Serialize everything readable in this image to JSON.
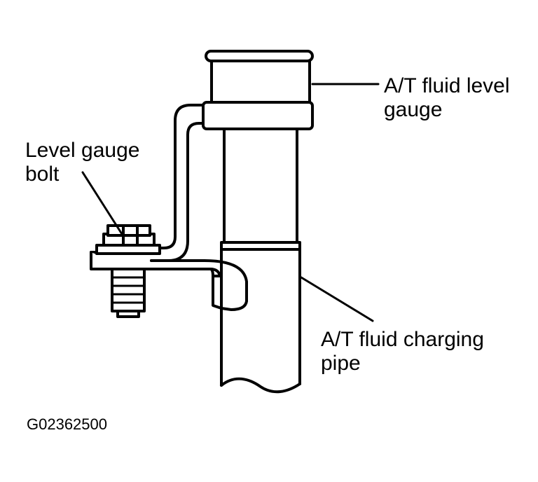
{
  "labels": {
    "gauge": {
      "line1": "A/T fluid level",
      "line2": "gauge"
    },
    "bolt": {
      "line1": "Level gauge",
      "line2": "bolt"
    },
    "pipe": {
      "line1": "A/T fluid charging",
      "line2": "pipe"
    }
  },
  "figure_code": "G02362500",
  "colors": {
    "stroke": "#000000",
    "fill": "#ffffff"
  }
}
